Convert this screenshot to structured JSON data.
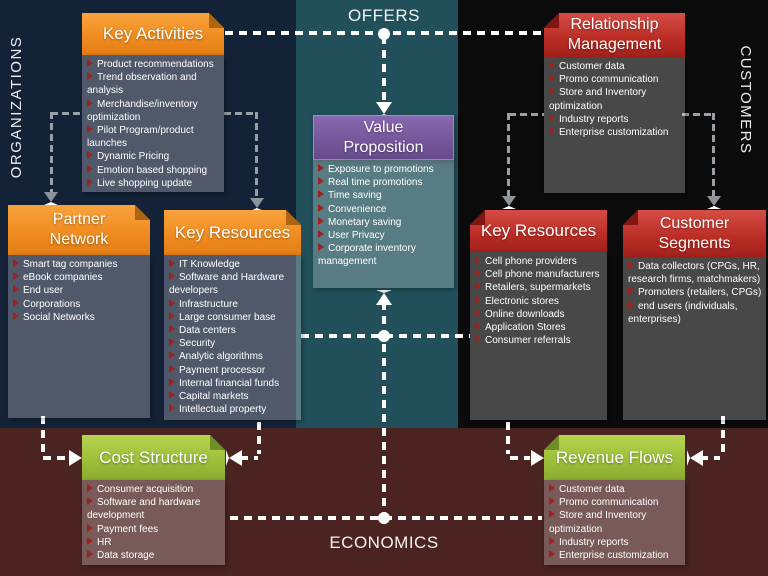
{
  "side_labels": {
    "top": "OFFERS",
    "bottom": "ECONOMICS",
    "left": "ORGANIZATIONS",
    "right": "CUSTOMERS"
  },
  "colors": {
    "background_left": "#142238",
    "background_center": "#21505a",
    "background_right": "#0b0b0b",
    "background_bottom": "#4b2321",
    "orange_header": "#ef8c20",
    "red_header": "#b92c24",
    "green_header": "#9dbf3b",
    "purple_header": "#745699",
    "bullet": "#9c231d",
    "dash_white": "#ffffff",
    "dash_gray": "#98a0a6"
  },
  "boxes": {
    "key_activities": {
      "title": "Key Activities",
      "items": [
        "Product recommendations",
        "Trend observation and analysis",
        "Merchandise/inventory optimization",
        "Pilot Program/product launches",
        "Dynamic Pricing",
        "Emotion based shopping",
        "Live shopping update"
      ]
    },
    "relationship_management": {
      "title": "Relationship\nManagement",
      "items": [
        "Customer data",
        "Promo communication",
        "Store and Inventory optimization",
        "Industry reports",
        "Enterprise customization"
      ]
    },
    "value_proposition": {
      "title": "Value\nProposition",
      "items": [
        "Exposure to promotions",
        "Real time promotions",
        "Time saving",
        "Convenience",
        "Monetary saving",
        "User Privacy",
        "Corporate inventory management"
      ]
    },
    "partner_network": {
      "title": "Partner\nNetwork",
      "items": [
        "Smart tag companies",
        "eBook companies",
        "End user",
        "Corporations",
        "Social Networks"
      ]
    },
    "key_resources_left": {
      "title": "Key Resources",
      "items": [
        "IT Knowledge",
        "Software and Hardware developers",
        "Infrastructure",
        "Large consumer base",
        "Data centers",
        "Security",
        "Analytic algorithms",
        "Payment processor",
        "Internal financial funds",
        "Capital markets",
        "Intellectual property"
      ]
    },
    "key_resources_right": {
      "title": "Key Resources",
      "items": [
        "Cell phone providers",
        "Cell phone manufacturers",
        "Retailers, supermarkets",
        "Electronic stores",
        "Online downloads",
        "Application Stores",
        "Consumer referrals"
      ]
    },
    "customer_segments": {
      "title": "Customer\nSegments",
      "items": [
        "Data collectors (CPGs, HR, research firms, matchmakers)",
        "Promoters (retailers, CPGs)",
        "end users (individuals, enterprises)"
      ]
    },
    "cost_structure": {
      "title": "Cost Structure",
      "items": [
        "Consumer acquisition",
        "Software and hardware development",
        "Payment fees",
        "HR",
        "Data storage"
      ]
    },
    "revenue_flows": {
      "title": "Revenue Flows",
      "items": [
        "Customer data",
        "Promo communication",
        "Store and Inventory optimization",
        "Industry reports",
        "Enterprise customization"
      ]
    }
  }
}
